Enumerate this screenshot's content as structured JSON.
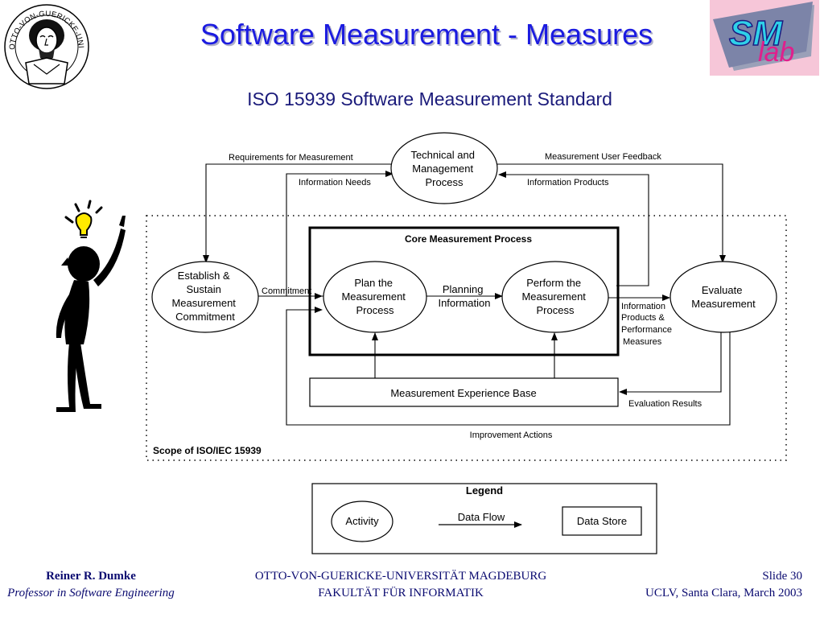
{
  "slide": {
    "title": "Software Measurement - Measures",
    "subtitle": "ISO 15939 Software Measurement Standard",
    "seal_text": "OTTO-VON-GUERICKE-UNIVERSITÄT MAGDEBURG",
    "logo_text": [
      "SM",
      "lab"
    ]
  },
  "diagram": {
    "technical": [
      "Technical and",
      "Management",
      "Process"
    ],
    "establish": [
      "Establish &",
      "Sustain",
      "Measurement",
      "Commitment"
    ],
    "plan": [
      "Plan the",
      "Measurement",
      "Process"
    ],
    "perform": [
      "Perform the",
      "Measurement",
      "Process"
    ],
    "evaluate": [
      "Evaluate",
      "Measurement"
    ],
    "core_title": "Core Measurement Process",
    "experience_base": "Measurement Experience Base",
    "labels": {
      "req": "Requirements for Measurement",
      "info_needs": "Information Needs",
      "feedback": "Measurement User Feedback",
      "info_products": "Information Products",
      "commitment": "Commitment",
      "planning_info": [
        "Planning",
        "Information"
      ],
      "info_products_measures": [
        "Information",
        "Products &",
        "Performance",
        "Measures"
      ],
      "eval_results": "Evaluation Results",
      "improvement": "Improvement Actions",
      "scope": "Scope of ISO/IEC 15939"
    }
  },
  "legend": {
    "title": "Legend",
    "activity": "Activity",
    "data_flow": "Data Flow",
    "data_store": "Data Store"
  },
  "footer": {
    "author": "Reiner R. Dumke",
    "role": "Professor in Software Engineering",
    "univ": "OTTO-VON-GUERICKE-UNIVERSITÄT MAGDEBURG",
    "faculty": "FAKULTÄT FÜR INFORMATIK",
    "slide_no": "Slide 30",
    "venue": "UCLV, Santa Clara, March 2003"
  }
}
